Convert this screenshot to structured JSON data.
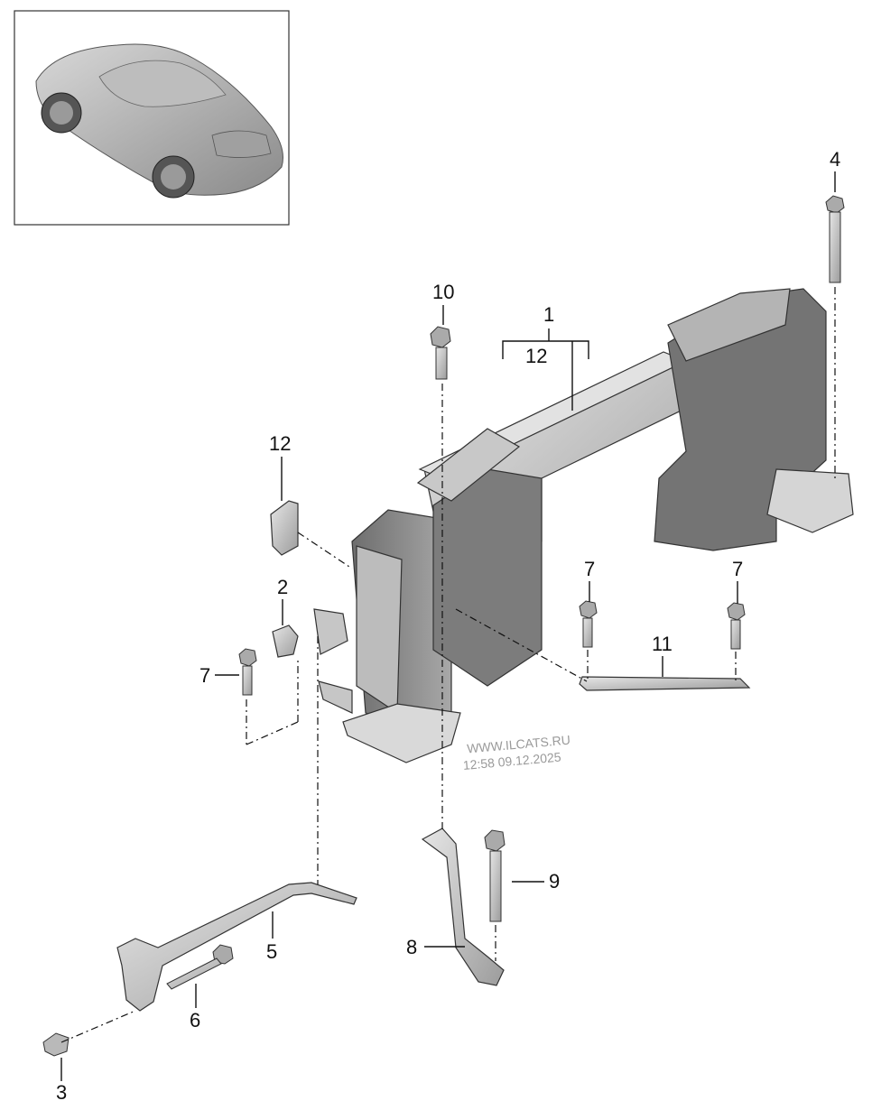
{
  "diagram": {
    "callouts": {
      "c1": "1",
      "c12_group": "12",
      "c12": "12",
      "c2": "2",
      "c3": "3",
      "c4": "4",
      "c5": "5",
      "c6": "6",
      "c7_left": "7",
      "c7_mid": "7",
      "c7_right": "7",
      "c8": "8",
      "c9": "9",
      "c10": "10",
      "c11": "11"
    },
    "watermark": {
      "line1": "WWW.ILCATS.RU",
      "line2": "12:58 09.12.2025"
    },
    "colors": {
      "part_fill": "#cfcfcf",
      "part_dark": "#8f8f8f",
      "ink": "#111111"
    }
  }
}
